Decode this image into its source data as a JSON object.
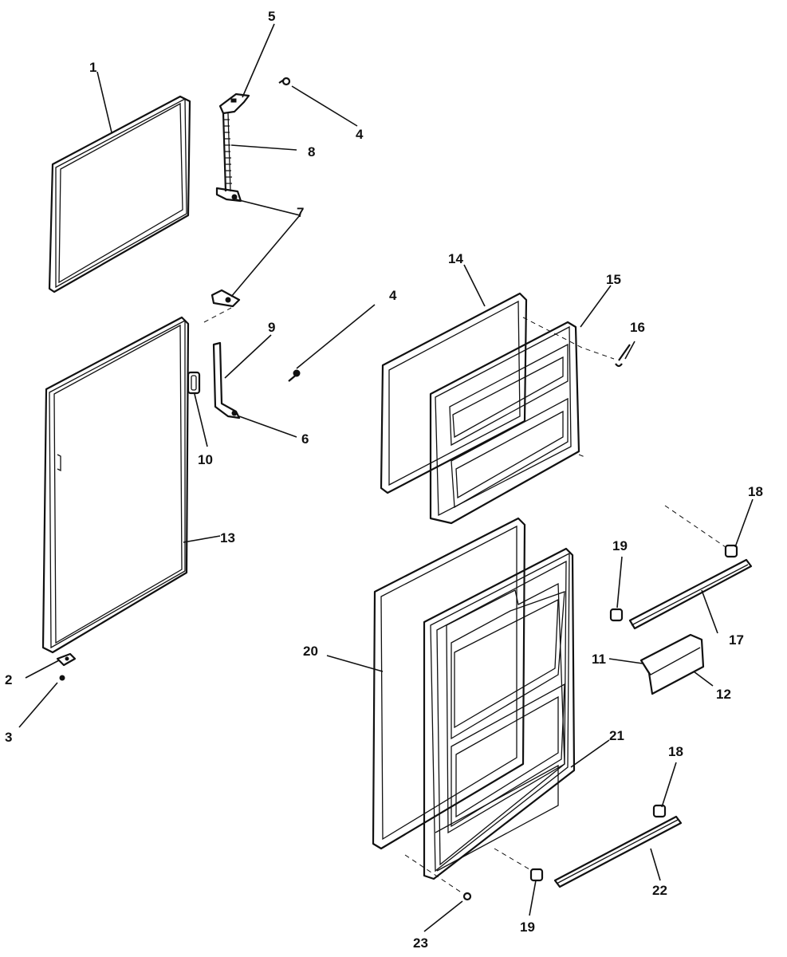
{
  "callouts": {
    "c1": "1",
    "c2": "2",
    "c3": "3",
    "c4a": "4",
    "c4b": "4",
    "c5": "5",
    "c6": "6",
    "c7": "7",
    "c8": "8",
    "c9": "9",
    "c10": "10",
    "c11": "11",
    "c12": "12",
    "c13": "13",
    "c14": "14",
    "c15": "15",
    "c16": "16",
    "c17": "17",
    "c18a": "18",
    "c18b": "18",
    "c19a": "19",
    "c19b": "19",
    "c20": "20",
    "c21": "21",
    "c22": "22",
    "c23": "23"
  }
}
